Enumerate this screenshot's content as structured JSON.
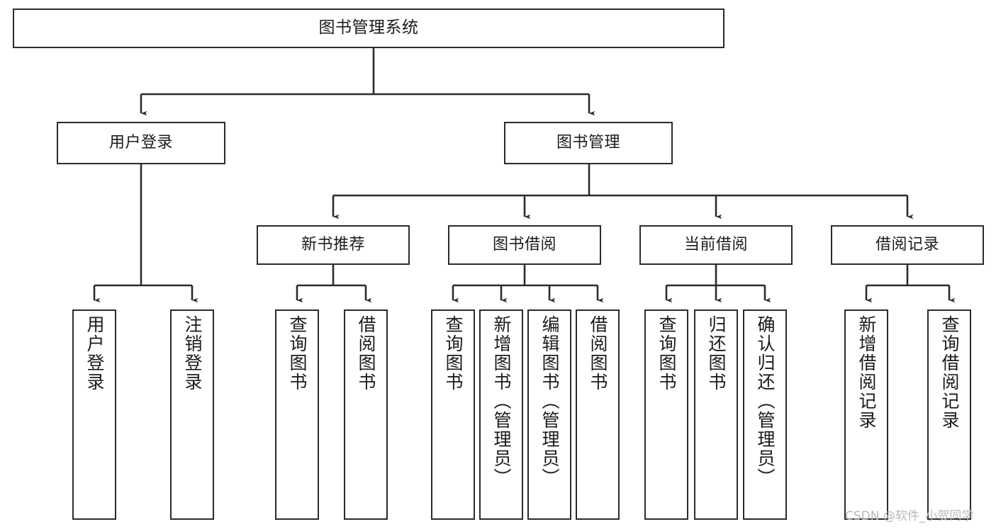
{
  "diagram": {
    "title": "图书管理系统",
    "root": {
      "label": "图书管理系统"
    },
    "level2": [
      {
        "label": "用户登录"
      },
      {
        "label": "图书管理"
      }
    ],
    "level3": [
      {
        "label": "新书推荐"
      },
      {
        "label": "图书借阅"
      },
      {
        "label": "当前借阅"
      },
      {
        "label": "借阅记录"
      }
    ],
    "leaves": {
      "user_login": [
        {
          "label": "用户登录"
        },
        {
          "label": "注销登录"
        }
      ],
      "new_book_recommend": [
        {
          "label": "查询图书"
        },
        {
          "label": "借阅图书"
        }
      ],
      "book_borrow": [
        {
          "label": "查询图书"
        },
        {
          "label": "新增图书（管理员）"
        },
        {
          "label": "编辑图书（管理员）"
        },
        {
          "label": "借阅图书"
        }
      ],
      "current_borrow": [
        {
          "label": "查询图书"
        },
        {
          "label": "归还图书"
        },
        {
          "label": "确认归还（管理员）"
        }
      ],
      "borrow_record": [
        {
          "label": "新增借阅记录"
        },
        {
          "label": "查询借阅记录"
        }
      ]
    }
  },
  "watermark": {
    "text": "CSDN @软件_小贺同学"
  },
  "colors": {
    "box_border": "#2b2b2b",
    "box_fill": "#ffffff",
    "text": "#1b1b1b",
    "connector": "#2b2b2b",
    "watermark": "#b9b9b9",
    "background": "#ffffff"
  }
}
